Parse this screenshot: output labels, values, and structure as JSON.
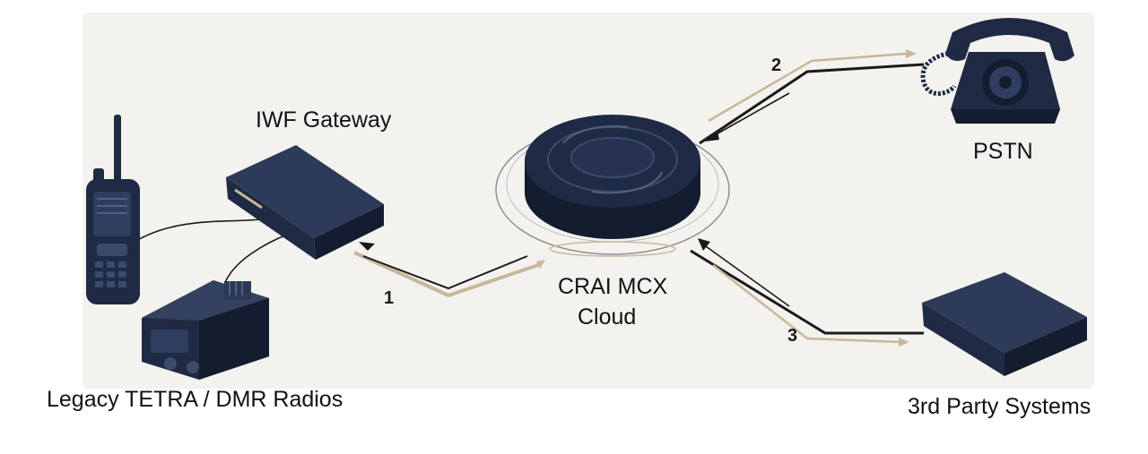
{
  "nodes": {
    "gateway": "IWF Gateway",
    "cloud_line1": "CRAI MCX",
    "cloud_line2": "Cloud",
    "pstn": "PSTN",
    "third_party": "3rd Party Systems",
    "radios": "Legacy TETRA / DMR Radios"
  },
  "links": [
    {
      "number": "1"
    },
    {
      "number": "2"
    },
    {
      "number": "3"
    }
  ],
  "colors": {
    "navy": "#1f2a44",
    "navy_dark": "#141c30",
    "gold": "#c9b79a",
    "background": "#f3f2ef"
  },
  "icons": [
    "radio-handheld-icon",
    "radio-mobile-icon",
    "gateway-box-icon",
    "cloud-puck-icon",
    "telephone-icon",
    "server-box-icon"
  ]
}
